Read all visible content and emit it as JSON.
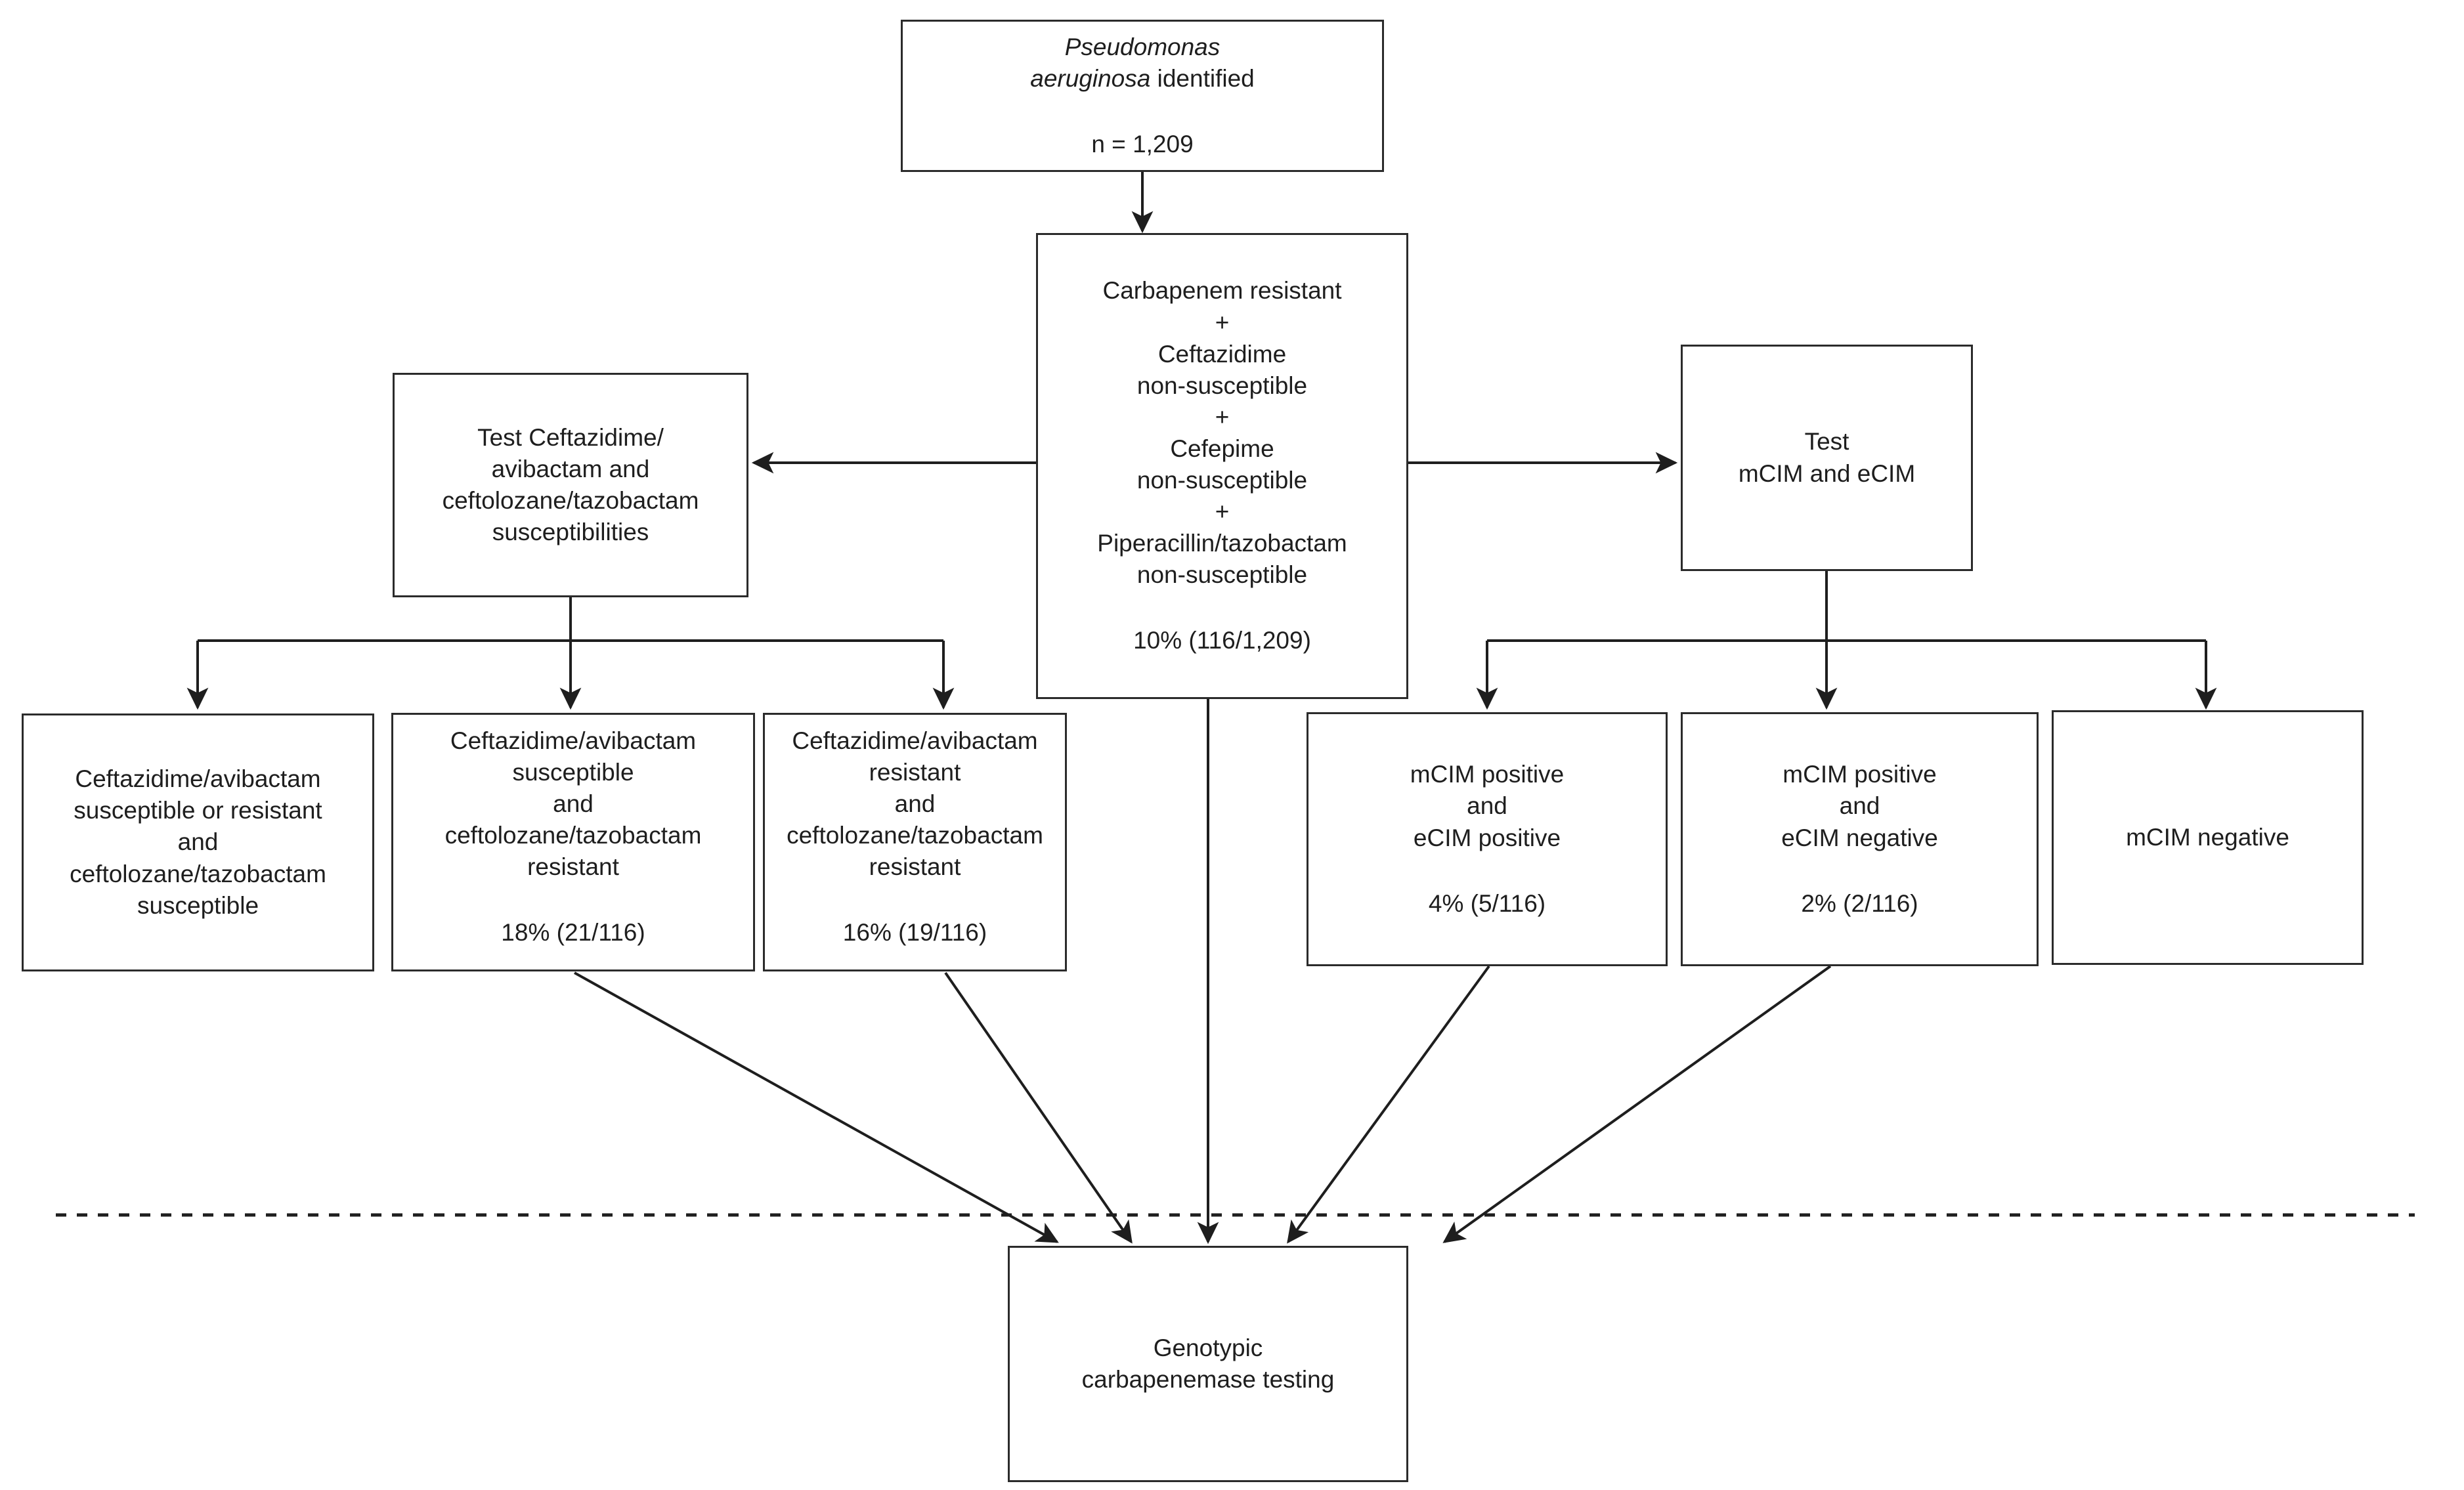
{
  "diagram": {
    "title": "Pseudomonas aeruginosa carbapenem resistance testing algorithm",
    "line_color": "#2b2b2b",
    "box_fill": "#ffffff",
    "text_color": "#1e1e1e"
  },
  "nodes": {
    "root": {
      "name": "pseudomonas-identified",
      "species_italic": "Pseudomonas aeruginosa",
      "suffix": " identified",
      "count": "n = 1,209"
    },
    "criteria": {
      "name": "carbapenem-resistant-criteria",
      "l1": "Carbapenem resistant",
      "p1": "+",
      "l2a": "Ceftazidime",
      "l2b": "non-susceptible",
      "p2": "+",
      "l3a": "Cefepime",
      "l3b": "non-susceptible",
      "p3": "+",
      "l4a": "Piperacillin/tazobactam",
      "l4b": "non-susceptible",
      "stat": "10% (116/1,209)"
    },
    "test_left": {
      "name": "test-ceftazidime-avibactam",
      "l1": "Test Ceftazidime/",
      "l2": "avibactam and",
      "l3": "ceftolozane/tazobactam",
      "l4": "susceptibilities"
    },
    "test_right": {
      "name": "test-mcim-ecim",
      "l1": "Test",
      "l2": "mCIM and eCIM"
    },
    "result1": {
      "name": "result-cza-s-or-r-and-ct-s",
      "l1": "Ceftazidime/avibactam",
      "l2": "susceptible or resistant",
      "l3": "and",
      "l4": "ceftolozane/tazobactam",
      "l5": "susceptible",
      "stat": ""
    },
    "result2": {
      "name": "result-cza-s-and-ct-r",
      "l1": "Ceftazidime/avibactam",
      "l2": "susceptible",
      "l3": "and",
      "l4": "ceftolozane/tazobactam",
      "l5": "resistant",
      "stat": "18% (21/116)"
    },
    "result3": {
      "name": "result-cza-r-and-ct-r",
      "l1": "Ceftazidime/avibactam",
      "l2": "resistant",
      "l3": "and",
      "l4": "ceftolozane/tazobactam",
      "l5": "resistant",
      "stat": "16% (19/116)"
    },
    "result4": {
      "name": "result-mcim-pos-ecim-pos",
      "l1": "mCIM positive",
      "l2": "and",
      "l3": "eCIM positive",
      "stat": "4% (5/116)"
    },
    "result5": {
      "name": "result-mcim-pos-ecim-neg",
      "l1": "mCIM positive",
      "l2": "and",
      "l3": "eCIM negative",
      "stat": "2% (2/116)"
    },
    "result6": {
      "name": "result-mcim-negative",
      "l1": "mCIM negative"
    },
    "genotypic": {
      "name": "genotypic-carbapenemase-testing",
      "l1": "Genotypic",
      "l2": "carbapenemase testing"
    }
  },
  "separator": {
    "name": "phenotypic-genotypic-divider",
    "style": "dashed"
  }
}
